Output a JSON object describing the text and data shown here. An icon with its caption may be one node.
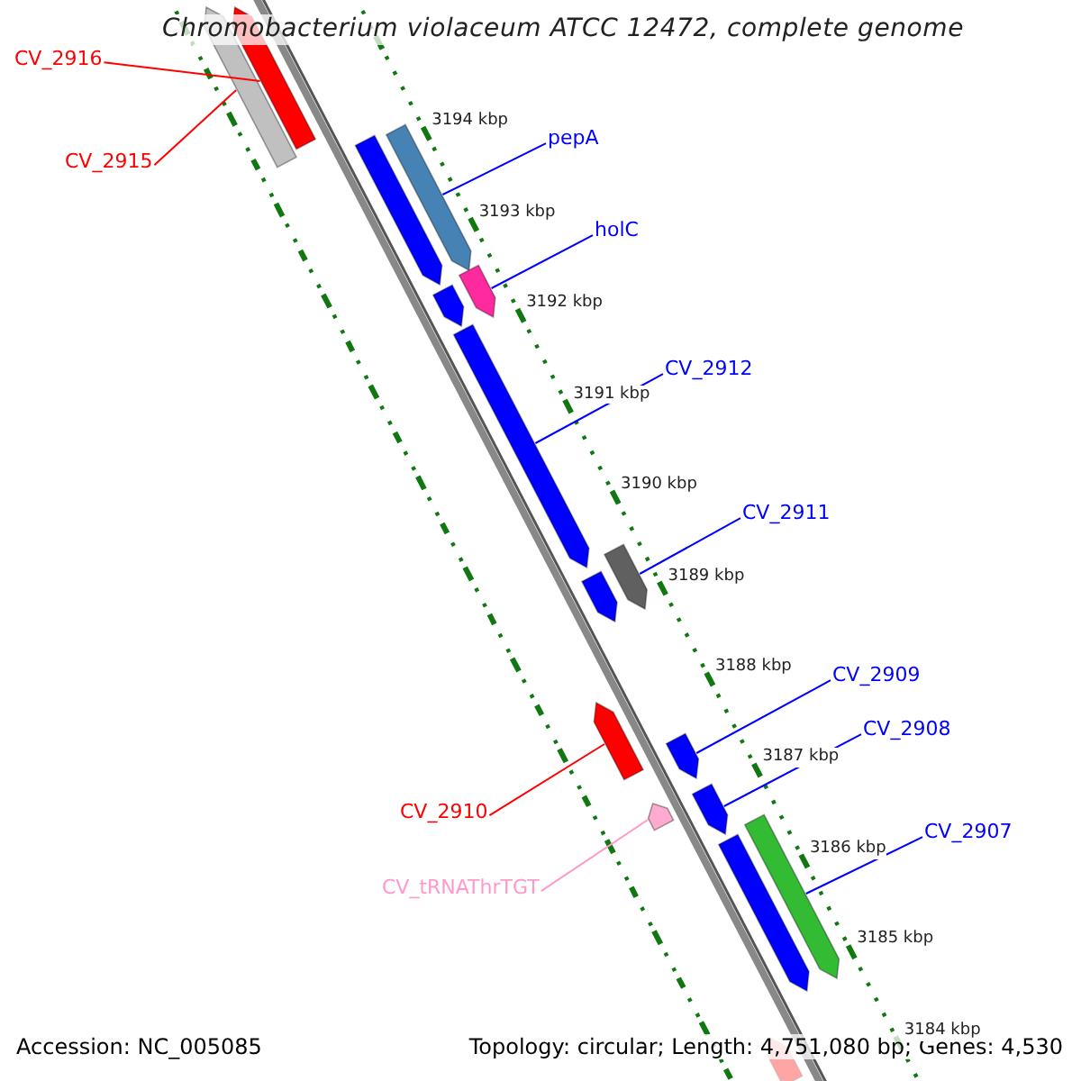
{
  "diagram": {
    "title": "Chromobacterium violaceum ATCC 12472, complete genome",
    "nodes": [
      {
        "text": [
          "CV_2916"
        ]
      },
      {
        "text": [
          "pepA"
        ]
      },
      {
        "text": [
          "CV_2915"
        ]
      },
      {
        "text": [
          "holC"
        ]
      },
      {
        "text": [
          "CV_2912"
        ]
      },
      {
        "text": [
          "CV_2911"
        ]
      },
      {
        "text": [
          "CV_2909"
        ]
      },
      {
        "text": [
          "CV_2908"
        ]
      },
      {
        "text": [
          "CV_2910"
        ]
      },
      {
        "text": [
          "CV_2907"
        ]
      },
      {
        "text": [
          "CV_tRNAThrTGT"
        ]
      },
      {
        "text": [],
        "shape": "bar"
      },
      {
        "text": [],
        "shape": "bar"
      },
      {
        "text": [],
        "shape": "bar"
      },
      {
        "text": [],
        "shape": "bar"
      },
      {
        "text": [],
        "shape": "bar"
      },
      {
        "text": [],
        "shape": "bar"
      },
      {
        "text": [],
        "shape": "bar"
      },
      {
        "text": [],
        "shape": "bar"
      },
      {
        "text": [],
        "shape": "bar"
      },
      {
        "text": [],
        "shape": "bar"
      },
      {
        "text": [],
        "shape": "bar"
      },
      {
        "text": [],
        "shape": "bar"
      },
      {
        "text": [],
        "shape": "bar"
      },
      {
        "text": [],
        "shape": "bar"
      },
      {
        "text": [],
        "shape": "bar"
      },
      {
        "text": [],
        "shape": "bar"
      }
    ],
    "edges": [
      {
        "from": 0,
        "to": 11,
        "arrow": "none",
        "color": "#ff0000"
      },
      {
        "from": 1,
        "to": 13,
        "arrow": "none"
      },
      {
        "from": 2,
        "to": 12,
        "arrow": "none",
        "color": "#ff0000"
      },
      {
        "from": 3,
        "to": 15,
        "arrow": "none"
      },
      {
        "from": 4,
        "to": 17,
        "arrow": "none"
      },
      {
        "from": 5,
        "to": 18,
        "arrow": "none"
      },
      {
        "from": 6,
        "to": 21,
        "arrow": "none"
      },
      {
        "from": 7,
        "to": 22,
        "arrow": "none"
      },
      {
        "from": 8,
        "to": 20,
        "arrow": "none",
        "color": "#ff0000"
      },
      {
        "from": 9,
        "to": 24,
        "arrow": "none"
      },
      {
        "from": 10,
        "to": 23,
        "arrow": "none",
        "color": "#ff99cc"
      }
    ],
    "labels": [
      "3194 kbp",
      "3193 kbp",
      "3192 kbp",
      "3191 kbp",
      "3190 kbp",
      "3189 kbp",
      "3188 kbp",
      "3187 kbp",
      "3186 kbp",
      "3185 kbp",
      "3184 kbp",
      "Accession: NC_005085",
      "Topology: circular; Length: 4,751,080 bp; Genes: 4,530"
    ]
  }
}
